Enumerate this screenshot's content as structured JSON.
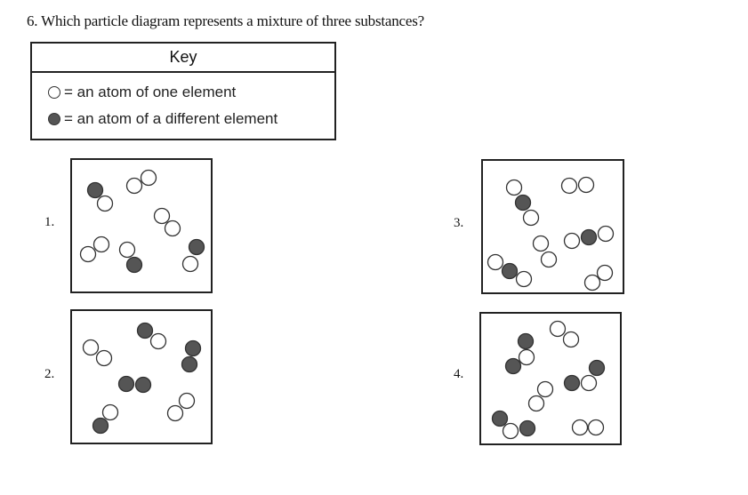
{
  "question": "6.  Which particle diagram represents a mixture of three substances?",
  "key": {
    "title": "Key",
    "white_label": "= an atom of one element",
    "dark_label": "= an atom of a different element"
  },
  "options": [
    "1.",
    "2.",
    "3.",
    "4."
  ],
  "colors": {
    "dark_atom": "#555555",
    "outline": "#333333"
  }
}
